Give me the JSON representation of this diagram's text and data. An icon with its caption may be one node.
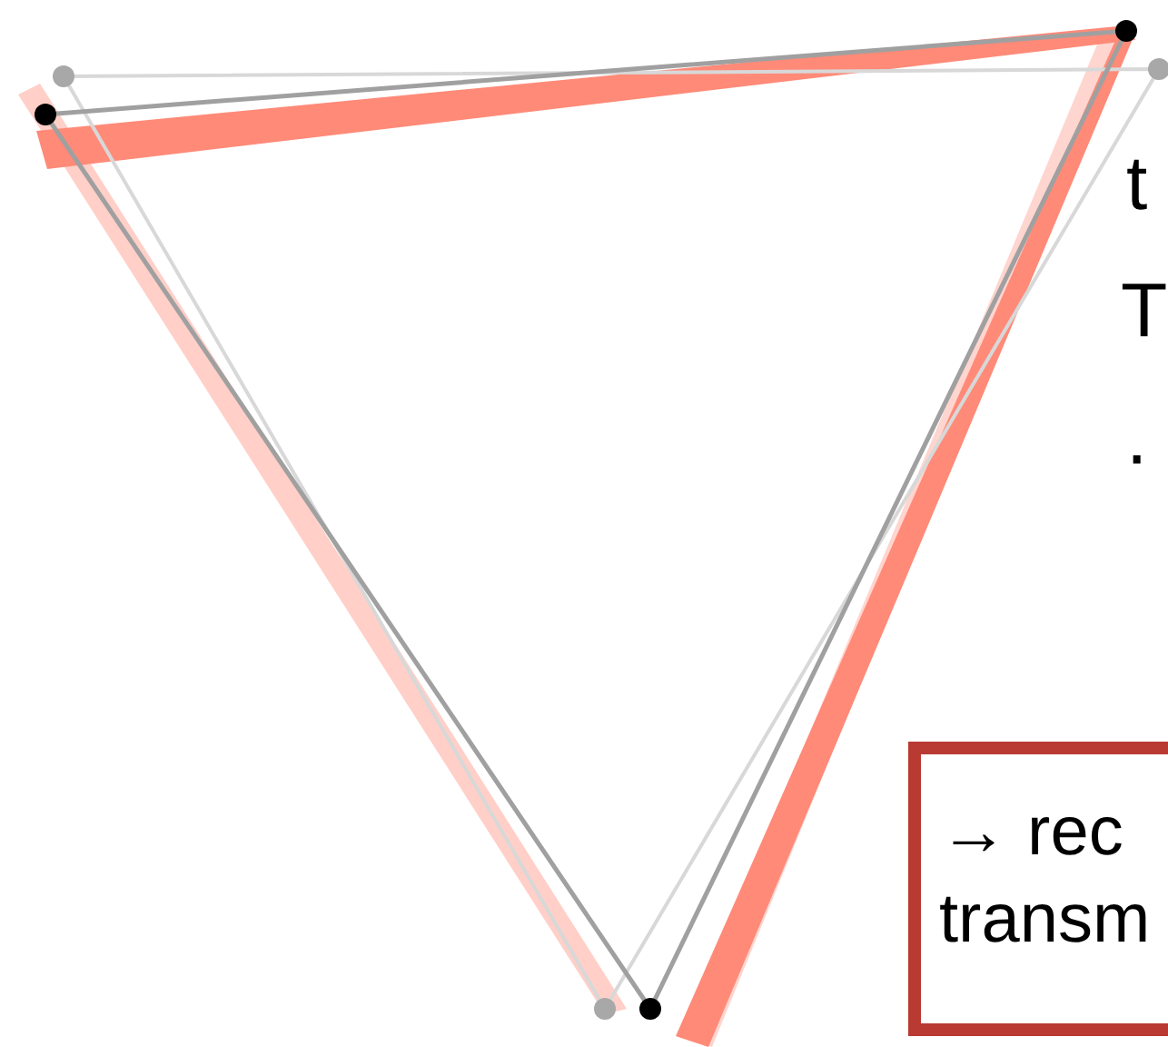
{
  "diagram": {
    "nodes": [
      {
        "text": [
          "→ rec transm"
        ]
      }
    ],
    "labels": [
      "t",
      "T",
      "."
    ]
  }
}
